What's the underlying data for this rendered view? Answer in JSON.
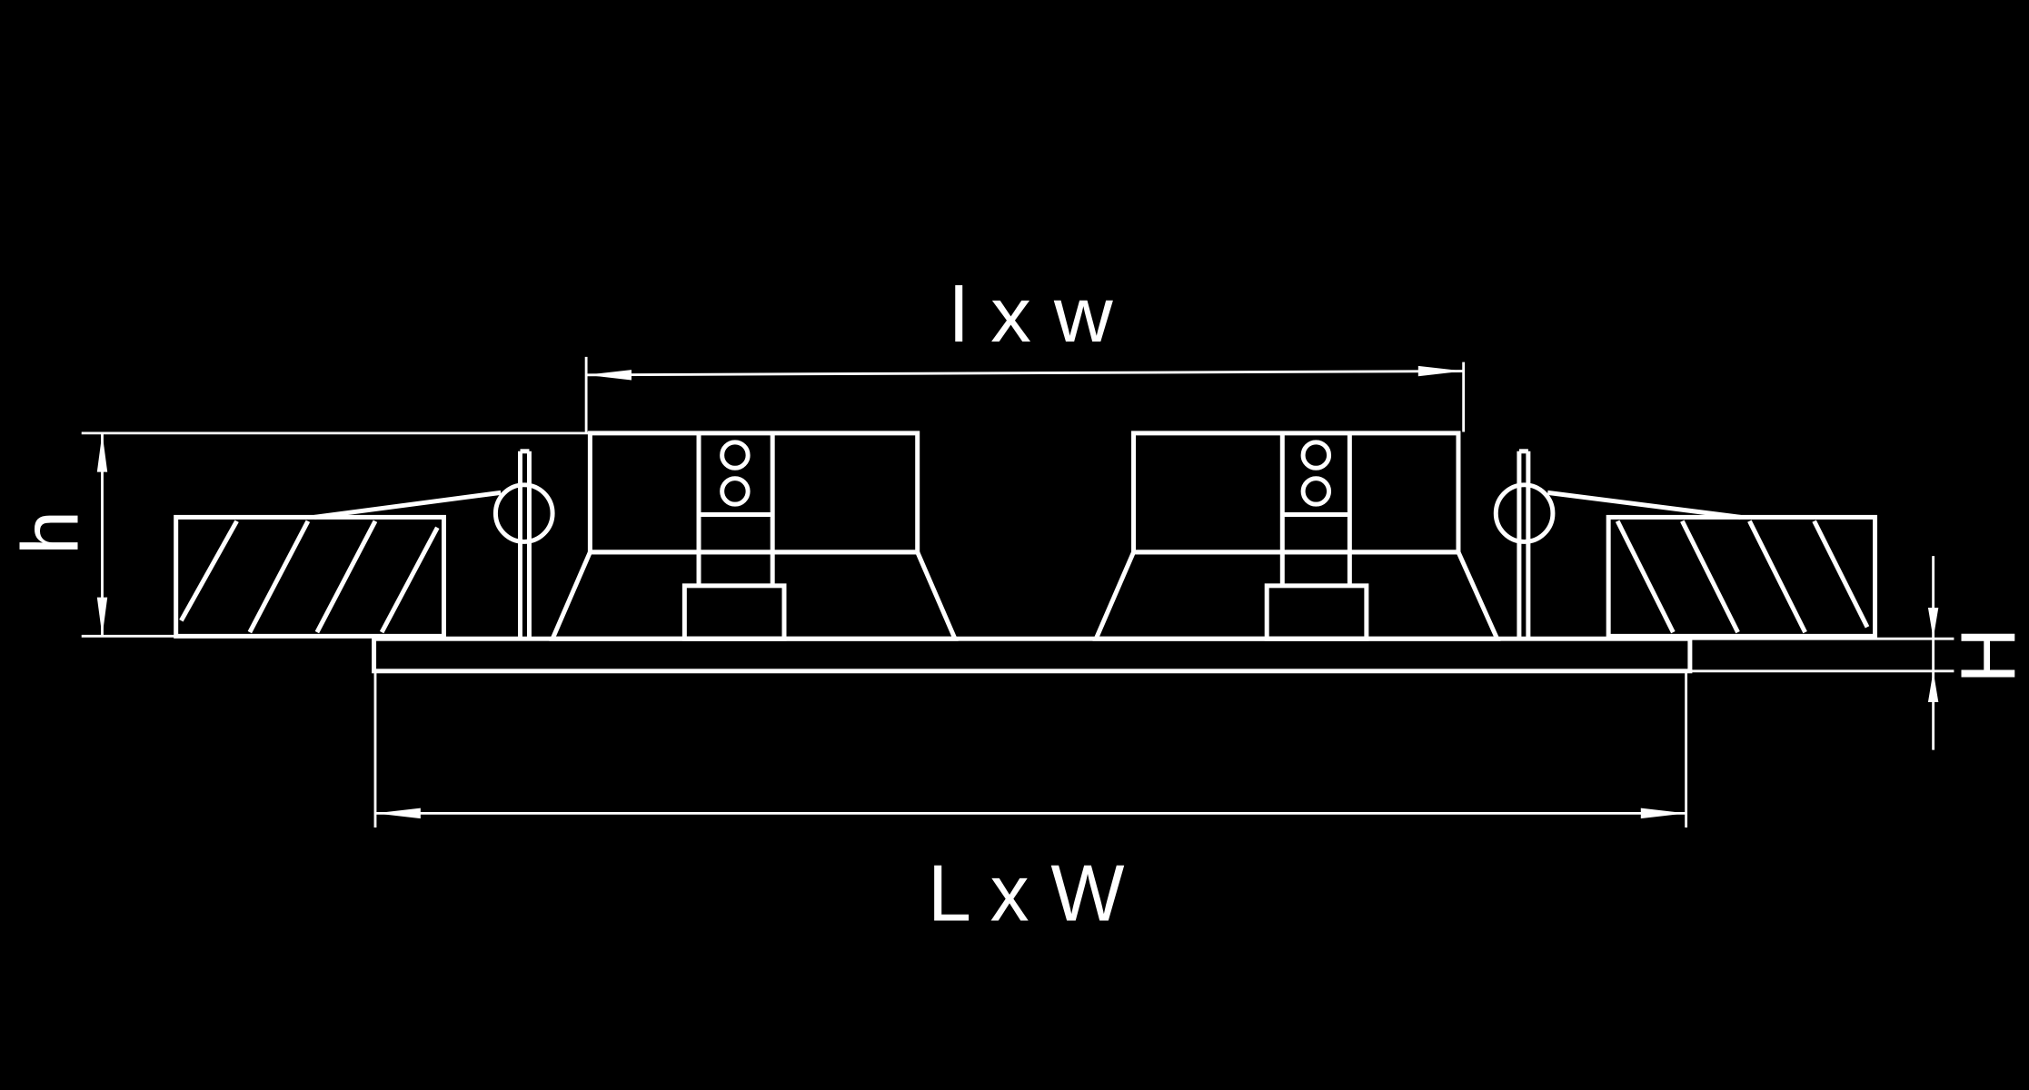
{
  "labels": {
    "inner_dimension": "l x w",
    "outer_dimension": "L x W",
    "body_height": "h",
    "frame_height": "H"
  },
  "colors": {
    "background": "#000000",
    "line": "#ffffff"
  }
}
